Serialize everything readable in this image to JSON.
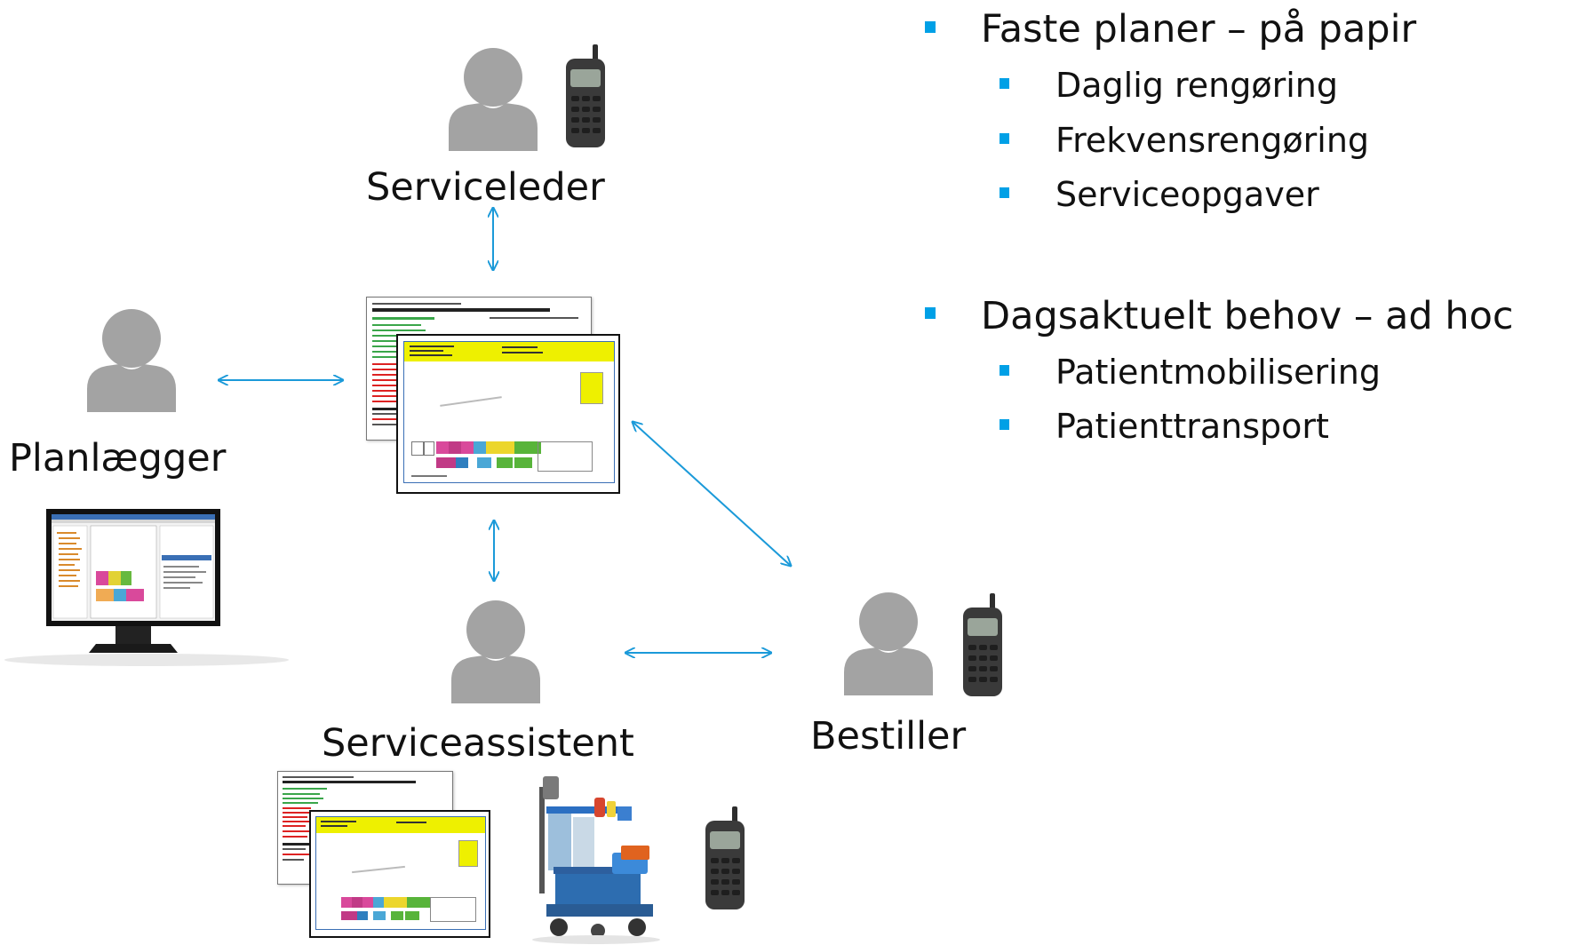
{
  "colors": {
    "accent": "#00a0e6",
    "arrow": "#1b9ad9",
    "person": "#a3a3a3"
  },
  "roles": {
    "serviceleder": "Serviceleder",
    "planlaegger": "Planlægger",
    "serviceassistent": "Serviceassistent",
    "bestiller": "Bestiller"
  },
  "icons": {
    "person": "person-icon",
    "phone": "mobile-phone-icon",
    "monitor": "computer-monitor-icon",
    "cart": "cleaning-cart-icon",
    "document": "work-plan-document-icon"
  },
  "bullets": [
    {
      "label": "Faste planer – på papir",
      "children": [
        "Daglig rengøring",
        "Frekvensrengøring",
        "Serviceopgaver"
      ]
    },
    {
      "label": "Dagsaktuelt behov – ad hoc",
      "children": [
        "Patientmobilisering",
        "Patienttransport"
      ]
    }
  ]
}
